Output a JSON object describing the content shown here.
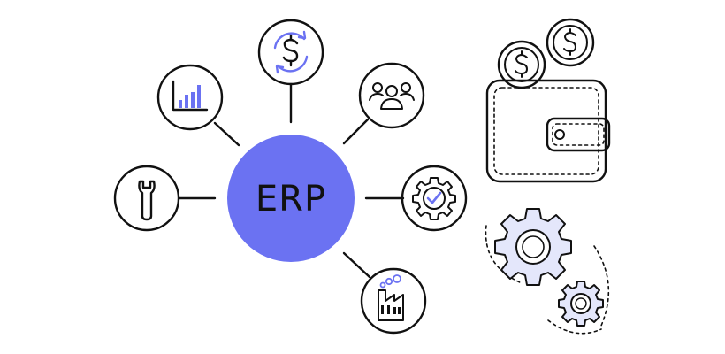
{
  "hub": {
    "label": "ERP"
  },
  "colors": {
    "accent": "#6b72f2",
    "accent_light": "#e4e7fb",
    "stroke": "#111111",
    "background": "#ffffff"
  },
  "nodes": [
    {
      "id": "finance",
      "icon": "dollar-cycle-icon"
    },
    {
      "id": "analytics",
      "icon": "bar-chart-icon"
    },
    {
      "id": "people",
      "icon": "group-icon"
    },
    {
      "id": "tools",
      "icon": "wrench-icon"
    },
    {
      "id": "settings",
      "icon": "gear-check-icon"
    },
    {
      "id": "manufacturing",
      "icon": "factory-icon"
    }
  ],
  "side_illustrations": [
    {
      "id": "wallet",
      "icon": "wallet-coins-icon"
    },
    {
      "id": "gears",
      "icon": "gears-icon"
    }
  ]
}
